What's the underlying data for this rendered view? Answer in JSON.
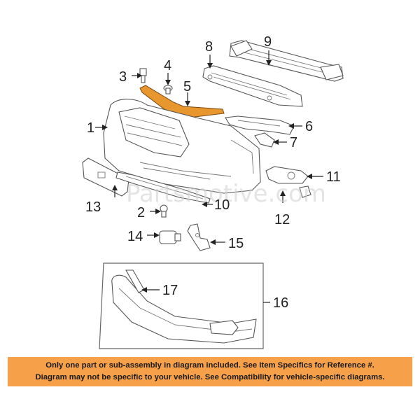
{
  "callouts": {
    "c1": "1",
    "c2": "2",
    "c3": "3",
    "c4": "4",
    "c5": "5",
    "c6": "6",
    "c7": "7",
    "c8": "8",
    "c9": "9",
    "c10": "10",
    "c11": "11",
    "c12": "12",
    "c13": "13",
    "c14": "14",
    "c15": "15",
    "c16": "16",
    "c17": "17"
  },
  "watermark": "Partsmotive.com",
  "notice": {
    "line1": "Only one part or sub-assembly in diagram included. See Item Specifics for Reference #.",
    "line2": "Diagram may not be specific to your vehicle. See Compatibility for vehicle-specific diagrams."
  },
  "colors": {
    "highlight_part": "#e8962e",
    "notice_background": "#f6a04a"
  }
}
